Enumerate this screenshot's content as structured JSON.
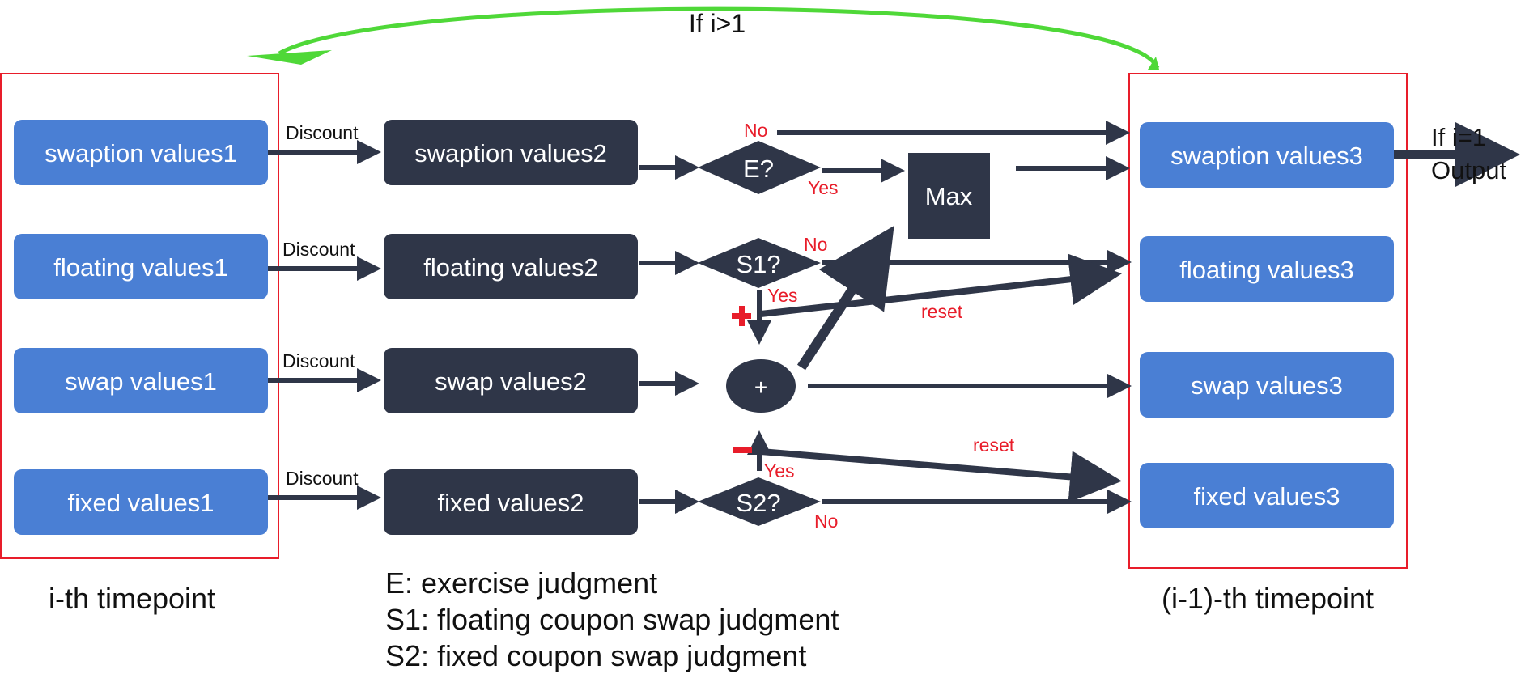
{
  "loop_label": "If i>1",
  "output_label_line1": "If i=1",
  "output_label_line2": "Output",
  "col1": {
    "caption": "i-th timepoint",
    "boxes": [
      "swaption values1",
      "floating values1",
      "swap values1",
      "fixed values1"
    ]
  },
  "discount_labels": [
    "Discount",
    "Discount",
    "Discount",
    "Discount"
  ],
  "col2": {
    "boxes": [
      "swaption values2",
      "floating values2",
      "swap values2",
      "fixed values2"
    ]
  },
  "decisions": {
    "e": "E?",
    "s1": "S1?",
    "s2": "S2?",
    "plus": "+",
    "max": "Max"
  },
  "branch_labels": {
    "e_no": "No",
    "e_yes": "Yes",
    "s1_no": "No",
    "s1_yes": "Yes",
    "s2_no": "No",
    "s2_yes": "Yes",
    "reset_top": "reset",
    "reset_bottom": "reset"
  },
  "col3": {
    "caption": "(i-1)-th timepoint",
    "boxes": [
      "swaption values3",
      "floating values3",
      "swap values3",
      "fixed values3"
    ]
  },
  "legend": [
    "E: exercise judgment",
    "S1: floating coupon swap judgment",
    "S2: fixed coupon swap judgment"
  ],
  "colors": {
    "blue_box": "#4A7FD4",
    "dark_box": "#2F3648",
    "red": "#E81D2A",
    "green": "#4FD838",
    "arrow": "#2F3648"
  }
}
